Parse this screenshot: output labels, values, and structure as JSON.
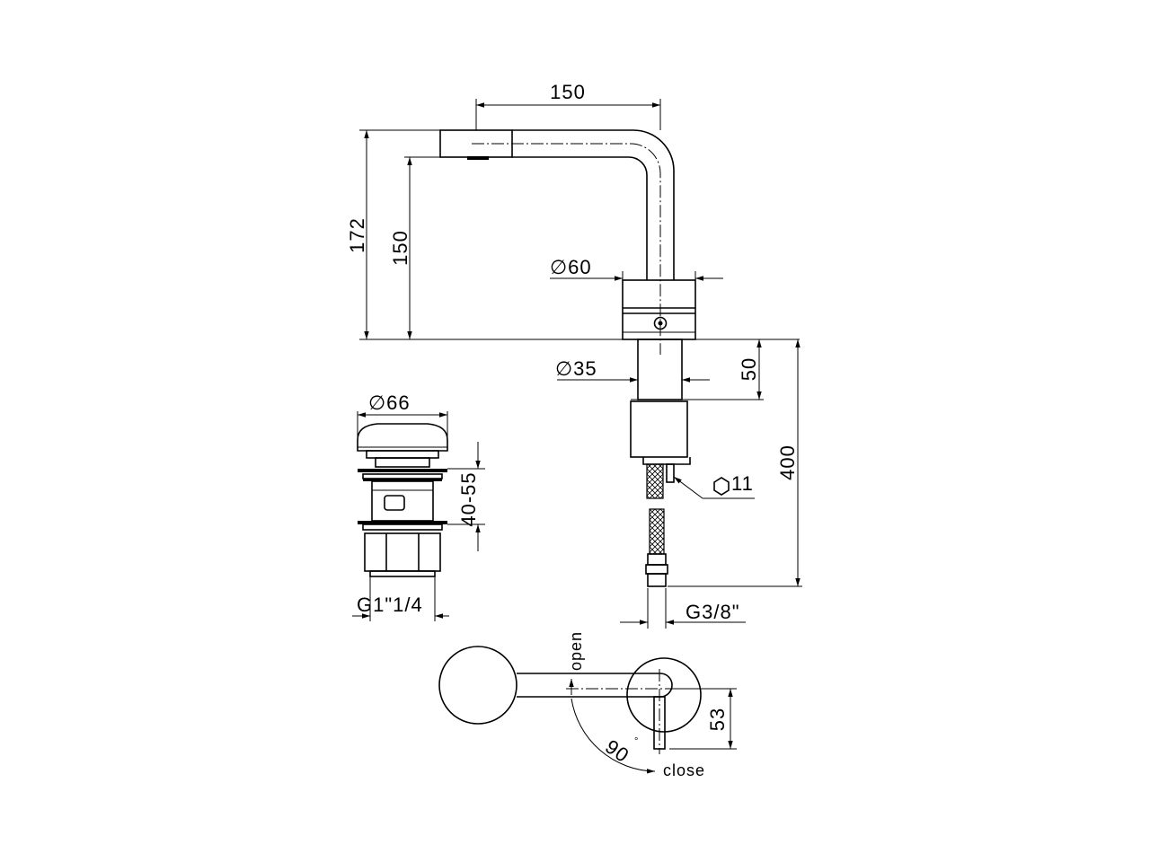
{
  "labels": {
    "spout_reach": "150",
    "total_height": "172",
    "spout_height": "150",
    "base_diameter": "∅60",
    "shank_diameter": "∅35",
    "shank_length": "50",
    "total_length": "400",
    "hex": "11",
    "thread_connection": "G3/8\"",
    "drain_diameter": "∅66",
    "drain_range": "40-55",
    "drain_thread": "G1\"1/4",
    "open": "open",
    "close": "close",
    "handle_offset": "53",
    "angle": "90",
    "degree": "°"
  }
}
